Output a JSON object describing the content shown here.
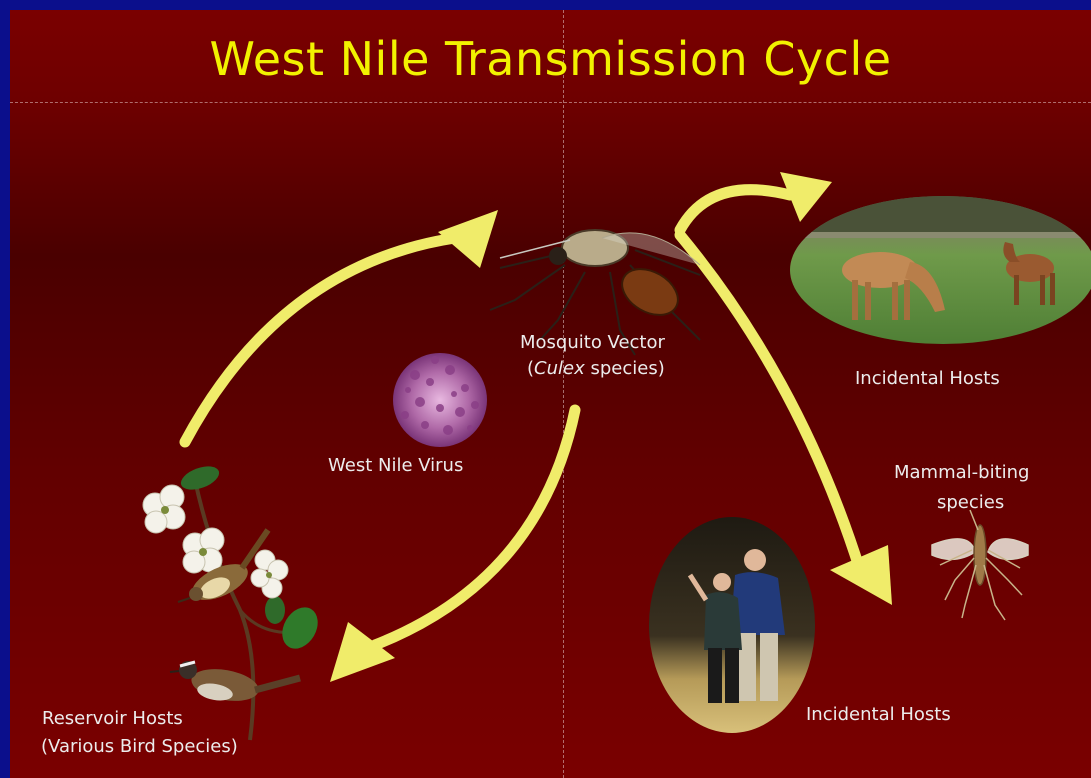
{
  "slide": {
    "title": "West Nile Transmission Cycle",
    "labels": {
      "mosquito_vector": "Mosquito Vector",
      "culex_genus": "Culex",
      "culex_suffix": " species)",
      "culex_prefix": "(",
      "west_nile_virus": "West Nile Virus",
      "incidental_hosts_horses": "Incidental Hosts",
      "incidental_hosts_humans": "Incidental Hosts",
      "mammal_biting_line1": "Mammal-biting",
      "mammal_biting_line2": "species",
      "reservoir_hosts": "Reservoir Hosts",
      "bird_species": "(Various Bird Species)"
    }
  },
  "colors": {
    "background_border": "#0b0f8c",
    "slide_red": "#6e0000",
    "title_yellow": "#f2f200",
    "arrow_yellow": "#f0ec6a",
    "label_text": "#ececec"
  }
}
